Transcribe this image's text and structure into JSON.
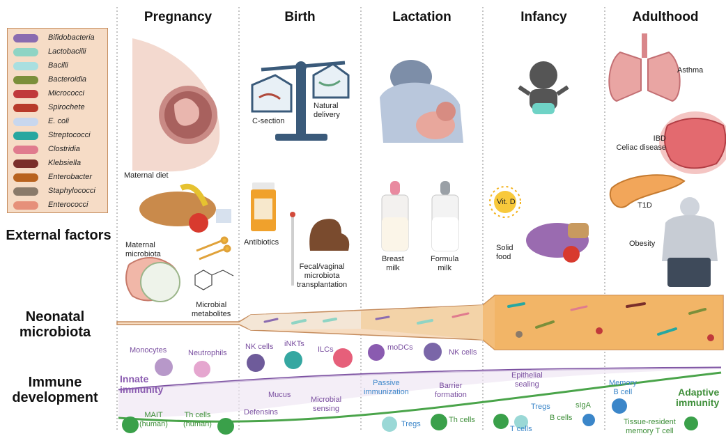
{
  "columns": [
    "Pregnancy",
    "Birth",
    "Lactation",
    "Infancy",
    "Adulthood"
  ],
  "rows": {
    "external": "External factors",
    "microbiota": "Neonatal\nmicrobiota",
    "immune": "Immune\ndevelopment"
  },
  "legend": [
    {
      "name": "Bifidobacteria",
      "color": "#8a6bb0"
    },
    {
      "name": "Lactobacilli",
      "color": "#8fd4c4"
    },
    {
      "name": "Bacilli",
      "color": "#a9dfe0"
    },
    {
      "name": "Bacteroidia",
      "color": "#7b8f3a"
    },
    {
      "name": "Micrococci",
      "color": "#c0393b"
    },
    {
      "name": "Spirochete",
      "color": "#b83a2a"
    },
    {
      "name": "E. coli",
      "color": "#c8d7ee"
    },
    {
      "name": "Streptococci",
      "color": "#27a7a0"
    },
    {
      "name": "Clostridia",
      "color": "#e07b8e"
    },
    {
      "name": "Klebsiella",
      "color": "#7a2e2a"
    },
    {
      "name": "Enterobacter",
      "color": "#b8621e"
    },
    {
      "name": "Staphylococci",
      "color": "#8a7a6a"
    },
    {
      "name": "Enterococci",
      "color": "#e6907a"
    }
  ],
  "external_labels": {
    "csection": "C-section",
    "natural": "Natural\ndelivery",
    "maternal_diet": "Maternal diet",
    "maternal_microbiota": "Maternal\nmicrobiota",
    "microbial_metabolites": "Microbial\nmetabolites",
    "antibiotics": "Antibiotics",
    "fmt": "Fecal/vaginal\nmicrobiota\ntransplantation",
    "breast_milk": "Breast\nmilk",
    "formula_milk": "Formula\nmilk",
    "vitd": "Vit. D",
    "solid_food": "Solid\nfood",
    "asthma": "Asthma",
    "ibd": "IBD\nCeliac disease",
    "t1d": "T1D",
    "obesity": "Obesity"
  },
  "immune_labels": {
    "monocytes": "Monocytes",
    "neutrophils": "Neutrophils",
    "nk1": "NK cells",
    "inkts": "iNKTs",
    "ilcs": "ILCs",
    "modcs": "moDCs",
    "nk2": "NK cells",
    "innate": "Innate\nimmunity",
    "defensins": "Defensins",
    "mucus": "Mucus",
    "microbial_sensing": "Microbial\nsensing",
    "passive": "Passive\nimmunization",
    "barrier": "Barrier\nformation",
    "epithelial": "Epithelial\nsealing",
    "memory_b": "Memory\nB cell",
    "adaptive": "Adaptive\nimmunity",
    "mait": "MAIT\n(human)",
    "th1": "Th cells\n(human)",
    "tregs1": "Tregs",
    "th2": "Th cells",
    "tregs2": "Tregs",
    "tcells": "T cells",
    "bcells": "B cells",
    "siga": "sIgA",
    "trm": "Tissue-resident\nmemory T cell"
  }
}
